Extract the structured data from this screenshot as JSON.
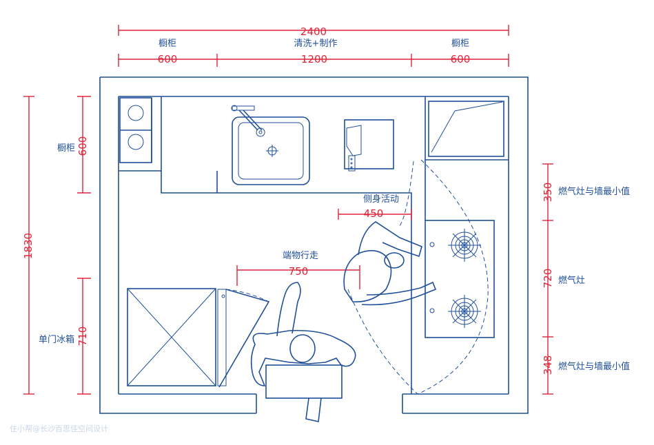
{
  "dimensions": {
    "total_width": "2400",
    "left_cabinet": "600",
    "center_zone": "1200",
    "right_cabinet": "600",
    "total_depth": "1830",
    "upper_cabinet_depth": "600",
    "fridge_depth": "710",
    "clearance_top": "350",
    "stove_length": "720",
    "clearance_bottom": "348",
    "side_activity": "450",
    "walking": "750"
  },
  "labels": {
    "left_cabinet": "橱柜",
    "center_zone": "清洗+制作",
    "right_cabinet": "橱柜",
    "side_cabinet": "橱柜",
    "fridge": "单门冰箱",
    "side_activity": "侧身活动",
    "walking": "端物行走",
    "clearance_top": "燃气灶与墙最小值",
    "stove": "燃气灶",
    "clearance_bottom": "燃气灶与墙最小值"
  },
  "watermark": "住小帮@长沙百思佳空间设计",
  "colors": {
    "dimension": "#e0243a",
    "drawing": "#1f4f9a"
  }
}
